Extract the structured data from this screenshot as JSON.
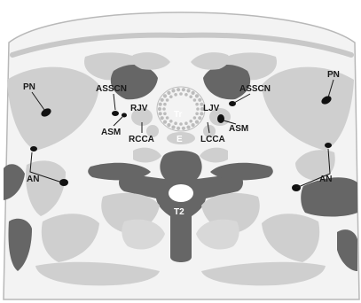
{
  "labels": {
    "pn_left": "PN",
    "pn_right": "PN",
    "asscn_left": "ASSCN",
    "asscn_right": "ASSCN",
    "rjv": "RJV",
    "ljv": "LJV",
    "tr": "Tr",
    "asm_left": "ASM",
    "asm_right": "ASM",
    "rcca": "RCCA",
    "lcca": "LCCA",
    "e": "E",
    "an_left": "AN",
    "an_right": "AN",
    "t2": "T2"
  },
  "colors": {
    "skin": "#f2f2f2",
    "outline": "#b5b5b5",
    "muscle_light": "#cdcdcd",
    "muscle_mid": "#b8b8b8",
    "bone_dark": "#666666",
    "nerve": "#111111",
    "trachea_ring": "#bcbcbc"
  }
}
